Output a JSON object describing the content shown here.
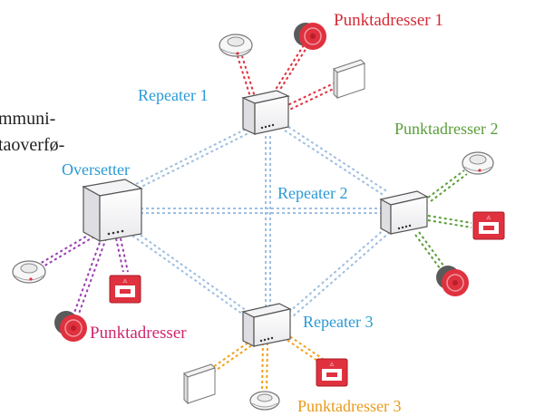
{
  "labels": {
    "left_text_line1": "mmuni-",
    "left_text_line2": "taoverfø-",
    "oversetter": "Oversetter",
    "repeater1": "Repeater 1",
    "repeater2": "Repeater 2",
    "repeater3": "Repeater 3",
    "punkt_left": "Punktadresser",
    "punkt1": "Punktadresser 1",
    "punkt2": "Punktadresser 2",
    "punkt3": "Punktadresser 3"
  },
  "colors": {
    "network_link": "#9fbfe0",
    "group_oversetter": "#9a3fb0",
    "group_1": "#e0313f",
    "group_2": "#5a9e3a",
    "group_3": "#f0a11e",
    "device_red": "#e0313f"
  },
  "icons": [
    "repeater-box-icon",
    "smoke-detector-icon",
    "sounder-bell-icon",
    "call-point-icon",
    "panel-icon"
  ]
}
